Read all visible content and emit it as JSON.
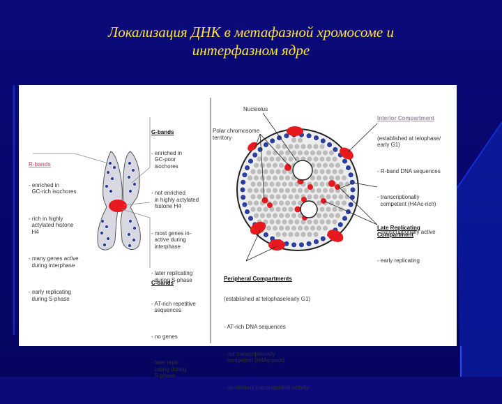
{
  "slide": {
    "title_line1": "Локализация ДНК в метафазной хромосоме и",
    "title_line2": "интерфазном ядре"
  },
  "chromosome": {
    "r_bands": {
      "title": "R-bands",
      "items": [
        "- enriched in\n  GC-rich isochores",
        "- rich in highly\n  actylated histone\n  H4",
        "- many genes active\n  during interphase",
        "- early replicating\n  during S-phase"
      ]
    },
    "g_bands": {
      "title": "G-bands",
      "items": [
        "- enriched in\n  GC-poor\n  isochores",
        "- not enriched\n  in highly actylated\n  histone H4",
        "- most genes in-\n  active during\n  interphase",
        "- later replicating\n  during S-phase"
      ]
    },
    "c_bands": {
      "title": "C-bands",
      "items": [
        "- AT-rich repetitive\n  sequences",
        "- no genes",
        "- later repli-\n  cating during\n  S-phase"
      ]
    }
  },
  "nucleus": {
    "nucleolus": "Nucleolus",
    "polar_territory": "Polar chromosome\nterritory",
    "interior": {
      "title": "Interior Compartment",
      "subtitle": "(established at telophase/\nearly G1)",
      "items": [
        "- R-band DNA sequences",
        "- transcriptionally\n  competent (H4Ac-rich)",
        "- transcriptionally active",
        "- early replicating"
      ]
    },
    "late_replicating": "Late Replicating\nCompartment",
    "peripheral": {
      "title": "Peripheral Compartments",
      "subtitle": "(established at telophase/early G1)",
      "items": [
        "- AT-rich DNA sequences",
        "- not transcriptionally\n  competent (H4Ac-poor)",
        "- no obvious transcriptional activity"
      ]
    }
  },
  "colors": {
    "title": "#ffe23a",
    "background": "#06066a",
    "red_domain": "#e8191e",
    "gray_domain": "#b8b8b8",
    "blue_domain": "#2a3f9e"
  }
}
